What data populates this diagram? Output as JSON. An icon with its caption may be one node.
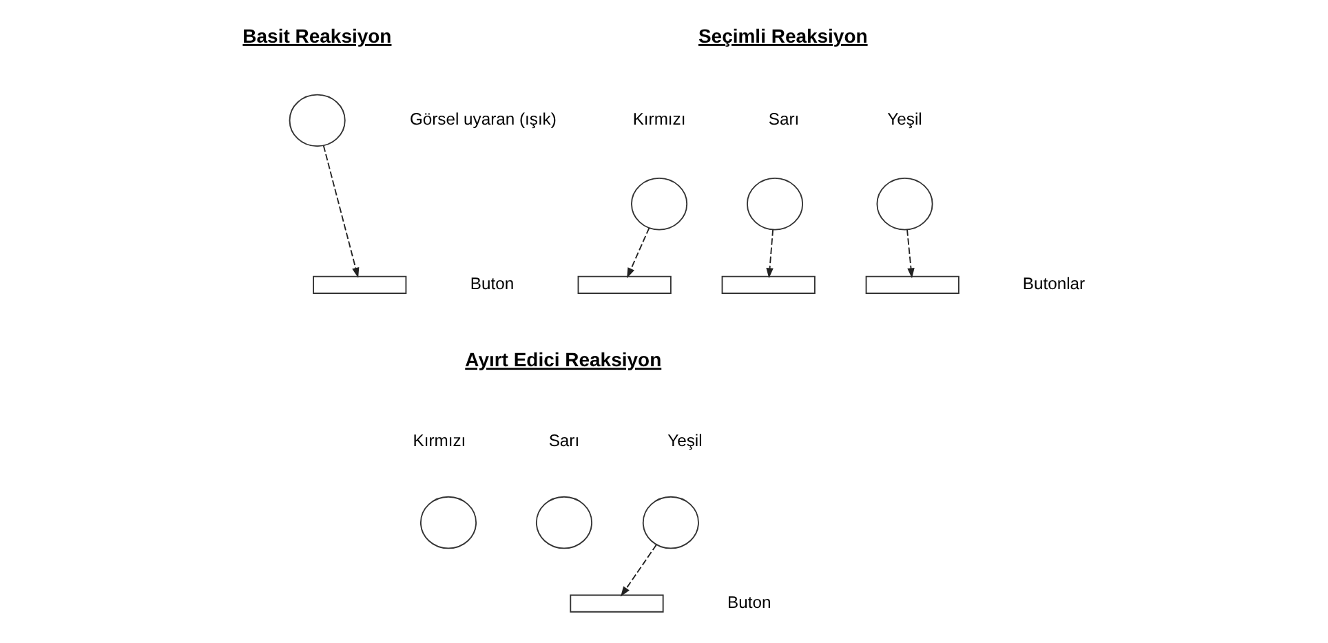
{
  "diagram": {
    "nodes": [
      {
        "text": [],
        "shape": "circle",
        "beside": [
          "Görsel uyaran (ışık)"
        ]
      },
      {
        "text": [],
        "shape": "box",
        "beside": [
          "Buton"
        ]
      },
      {
        "text": [],
        "shape": "circle",
        "beside": [
          "Kırmızı"
        ]
      },
      {
        "text": [],
        "shape": "circle",
        "beside": [
          "Sarı"
        ]
      },
      {
        "text": [],
        "shape": "circle",
        "beside": [
          "Yeşil"
        ]
      },
      {
        "text": [],
        "shape": "box"
      },
      {
        "text": [],
        "shape": "box"
      },
      {
        "text": [],
        "shape": "box",
        "beside": [
          "Butonlar"
        ]
      },
      {
        "text": [],
        "shape": "circle",
        "beside": [
          "Kırmızı"
        ]
      },
      {
        "text": [],
        "shape": "circle",
        "beside": [
          "Sarı"
        ]
      },
      {
        "text": [],
        "shape": "circle",
        "beside": [
          "Yeşil"
        ]
      },
      {
        "text": [],
        "shape": "box",
        "beside": [
          "Buton"
        ]
      }
    ],
    "edges": [
      {
        "from": 0,
        "to": 1,
        "arrow": "to",
        "style": "dashed"
      },
      {
        "from": 2,
        "to": 5,
        "arrow": "to",
        "style": "dashed"
      },
      {
        "from": 3,
        "to": 6,
        "arrow": "to",
        "style": "dashed"
      },
      {
        "from": 4,
        "to": 7,
        "arrow": "to",
        "style": "dashed"
      },
      {
        "from": 10,
        "to": 11,
        "arrow": "to",
        "style": "dashed"
      }
    ],
    "labels": [
      "Basit Reaksiyon",
      "Seçimli Reaksiyon",
      "Ayırt Edici Reaksiyon"
    ]
  }
}
